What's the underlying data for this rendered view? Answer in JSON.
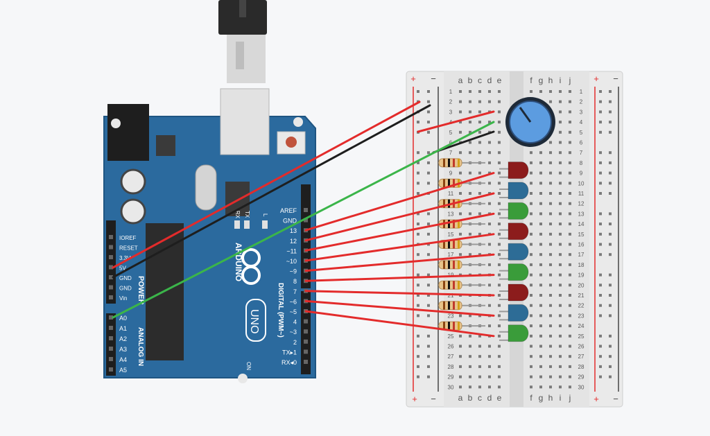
{
  "arduino": {
    "brand": "ARDUINO",
    "model": "UNO",
    "power_section": "POWER",
    "analog_section": "ANALOG IN",
    "digital_section": "DIGITAL (PWM~)",
    "on_label": "ON",
    "tx_led_label": "TX",
    "rx_led_label": "RX",
    "l_led_label": "L",
    "power_pins": [
      "IOREF",
      "RESET",
      "3.3V",
      "5V",
      "GND",
      "GND",
      "Vin"
    ],
    "analog_pins": [
      "A0",
      "A1",
      "A2",
      "A3",
      "A4",
      "A5"
    ],
    "digital_pins": [
      "AREF",
      "GND",
      "13",
      "12",
      "~11",
      "~10",
      "~9",
      "8",
      "7",
      "~6",
      "~5",
      "4",
      "~3",
      "2",
      "TX▸1",
      "RX◂0"
    ]
  },
  "breadboard": {
    "columns_left": [
      "a",
      "b",
      "c",
      "d",
      "e"
    ],
    "columns_right": [
      "f",
      "g",
      "h",
      "i",
      "j"
    ],
    "rows": [
      "1",
      "2",
      "3",
      "4",
      "5",
      "6",
      "7",
      "8",
      "9",
      "10",
      "11",
      "12",
      "13",
      "14",
      "15",
      "16",
      "17",
      "18",
      "19",
      "20",
      "21",
      "22",
      "23",
      "24",
      "25",
      "26",
      "27",
      "28",
      "29",
      "30"
    ],
    "rail_plus": "+",
    "rail_minus": "−"
  },
  "colors": {
    "board": "#2b6a9e",
    "board_dark": "#1f5582",
    "wire_red": "#e32b2b",
    "wire_black": "#1e1e1e",
    "wire_green": "#3bb54a",
    "led_red": "#8c1c1c",
    "led_blue": "#2d6c96",
    "led_green": "#3a9c3a",
    "potentiometer": "#5c9ce0"
  },
  "components": {
    "leds": [
      "red",
      "blue",
      "green",
      "red",
      "blue",
      "green",
      "red",
      "blue",
      "green"
    ],
    "resistor_count": 9,
    "potentiometer": "knob-blue"
  }
}
